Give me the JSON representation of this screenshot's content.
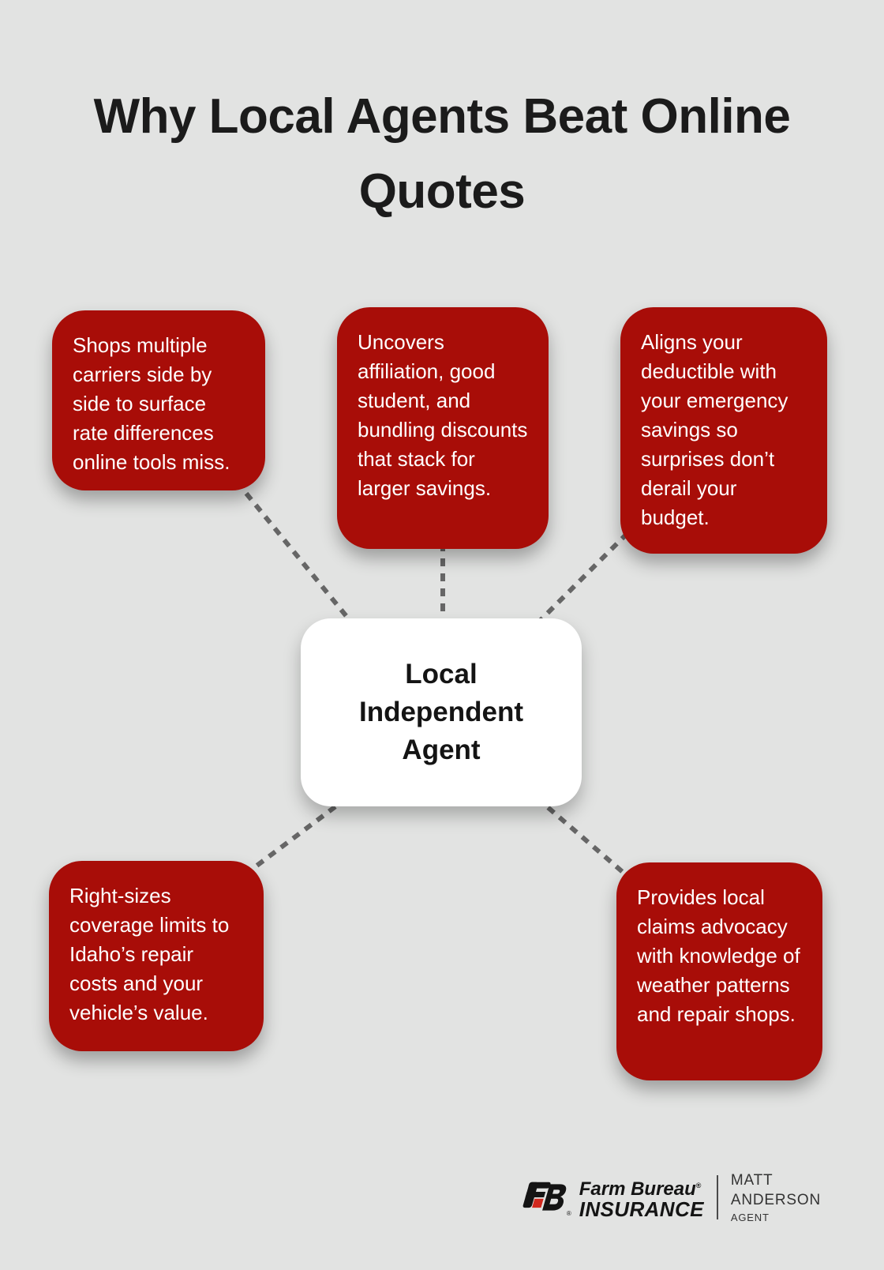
{
  "title": "Why Local Agents Beat Online Quotes",
  "center_node": {
    "label": "Local Independent Agent"
  },
  "nodes": [
    {
      "text": "Shops multiple carriers side by side to surface rate differences online tools miss."
    },
    {
      "text": "Uncovers affiliation, good student, and bundling discounts that stack for larger savings."
    },
    {
      "text": "Aligns your deductible with your emergency savings so surprises don’t derail your budget."
    },
    {
      "text": "Right-sizes coverage limits to Idaho’s repair costs and your vehicle’s value."
    },
    {
      "text": "Provides local claims advocacy with knowledge of weather patterns and repair shops."
    }
  ],
  "footer": {
    "brand_name": "Farm Bureau",
    "brand_word": "INSURANCE",
    "registered_mark": "®",
    "agent_first_name": "MATT",
    "agent_last_name": "ANDERSON",
    "agent_role": "AGENT"
  },
  "colors": {
    "background": "#E2E3E2",
    "card_red": "#A80D08",
    "card_text": "#FFFFFF",
    "center_bg": "#FFFFFF",
    "center_text": "#141414",
    "connector_gray": "#666666",
    "logo_black": "#141414",
    "logo_red": "#D0281E",
    "agent_text": "#333333"
  }
}
